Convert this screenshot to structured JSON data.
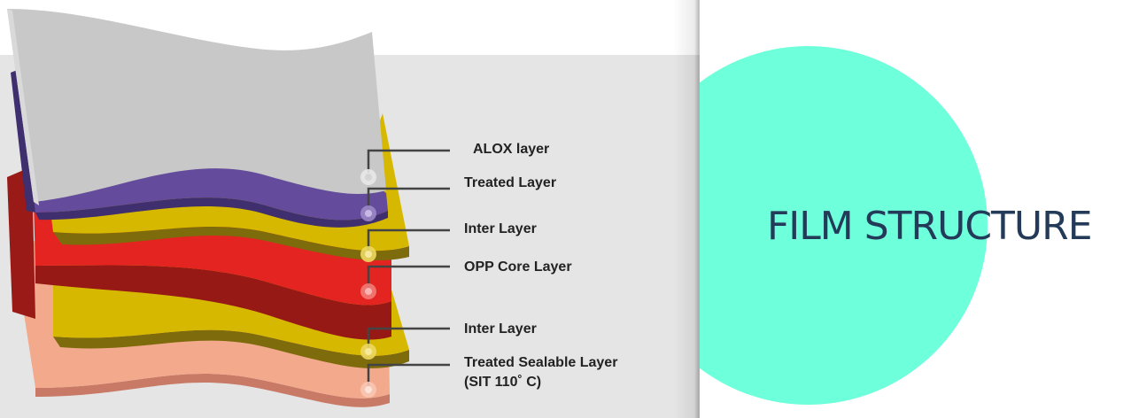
{
  "title": "FILM STRUCTURE",
  "colors": {
    "accent_circle": "#6effdb",
    "title_text": "#233b59",
    "alox": "#c8c8c8",
    "treated": "#644b9b",
    "inter": "#d7b800",
    "opp_core": "#e32420",
    "sealable": "#f2a98c"
  },
  "layers": [
    {
      "label": "ALOX layer"
    },
    {
      "label": "Treated Layer"
    },
    {
      "label": "Inter Layer"
    },
    {
      "label": "OPP Core Layer"
    },
    {
      "label": "Inter Layer"
    },
    {
      "label": "Treated Sealable Layer",
      "note": "(SIT 110˚ C)"
    }
  ]
}
